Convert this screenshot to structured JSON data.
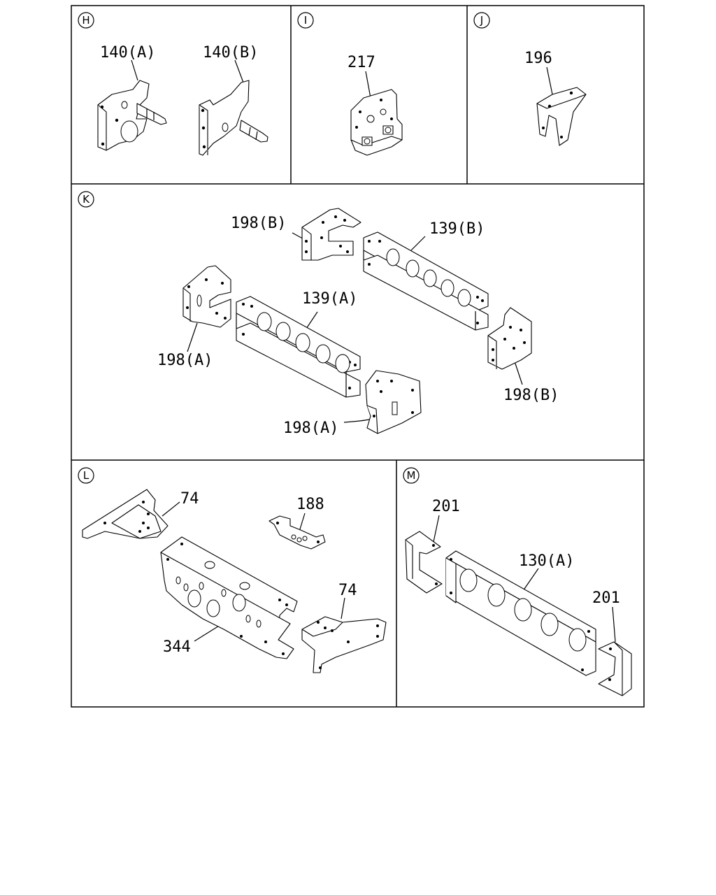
{
  "panels": {
    "H": {
      "letter": "H",
      "labels": [
        "140(A)",
        "140(B)"
      ]
    },
    "I": {
      "letter": "I",
      "labels": [
        "217"
      ]
    },
    "J": {
      "letter": "J",
      "labels": [
        "196"
      ]
    },
    "K": {
      "letter": "K",
      "labels": [
        "198(B)",
        "139(B)",
        "139(A)",
        "198(A)",
        "198(B)",
        "198(A)"
      ]
    },
    "L": {
      "letter": "L",
      "labels": [
        "74",
        "188",
        "74",
        "344"
      ]
    },
    "M": {
      "letter": "M",
      "labels": [
        "201",
        "130(A)",
        "201"
      ]
    }
  }
}
